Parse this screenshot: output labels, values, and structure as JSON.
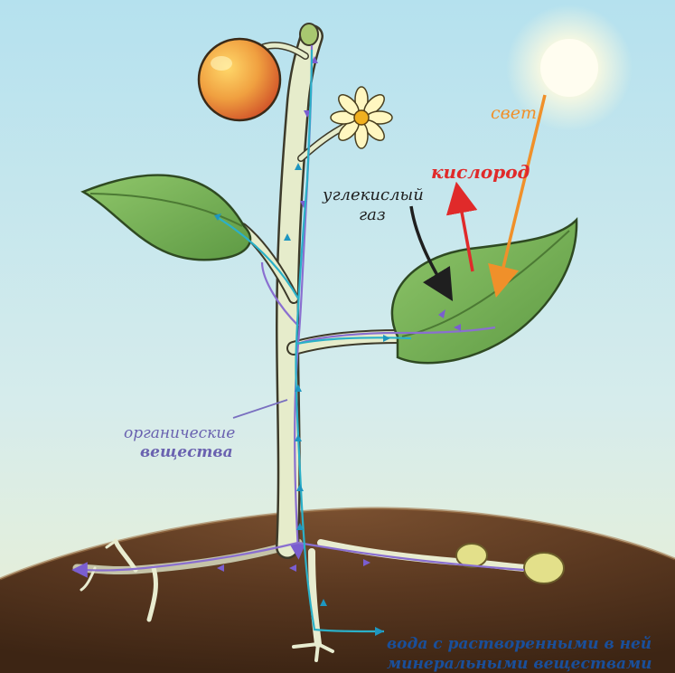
{
  "labels": {
    "light": "свет",
    "oxygen": "кислород",
    "co2_line1": "углекислый",
    "co2_line2": "газ",
    "organic_line1": "органические",
    "organic_line2": "вещества",
    "water_line1": "вода с растворенными в ней",
    "water_line2": "минеральными веществами"
  },
  "colors": {
    "light": "#f0902a",
    "oxygen": "#e02a2a",
    "co2": "#1f1f1f",
    "organic": "#6a62b0",
    "water": "#1a4f9a",
    "flow_organic": "#8a6fd0",
    "flow_water": "#2bb0c8",
    "leaf": "#7fb85a",
    "stem": "#e6eccb",
    "soil": "#5a3a22",
    "sky_top": "#b8e1ec",
    "sky_bottom": "#e2efd7"
  }
}
